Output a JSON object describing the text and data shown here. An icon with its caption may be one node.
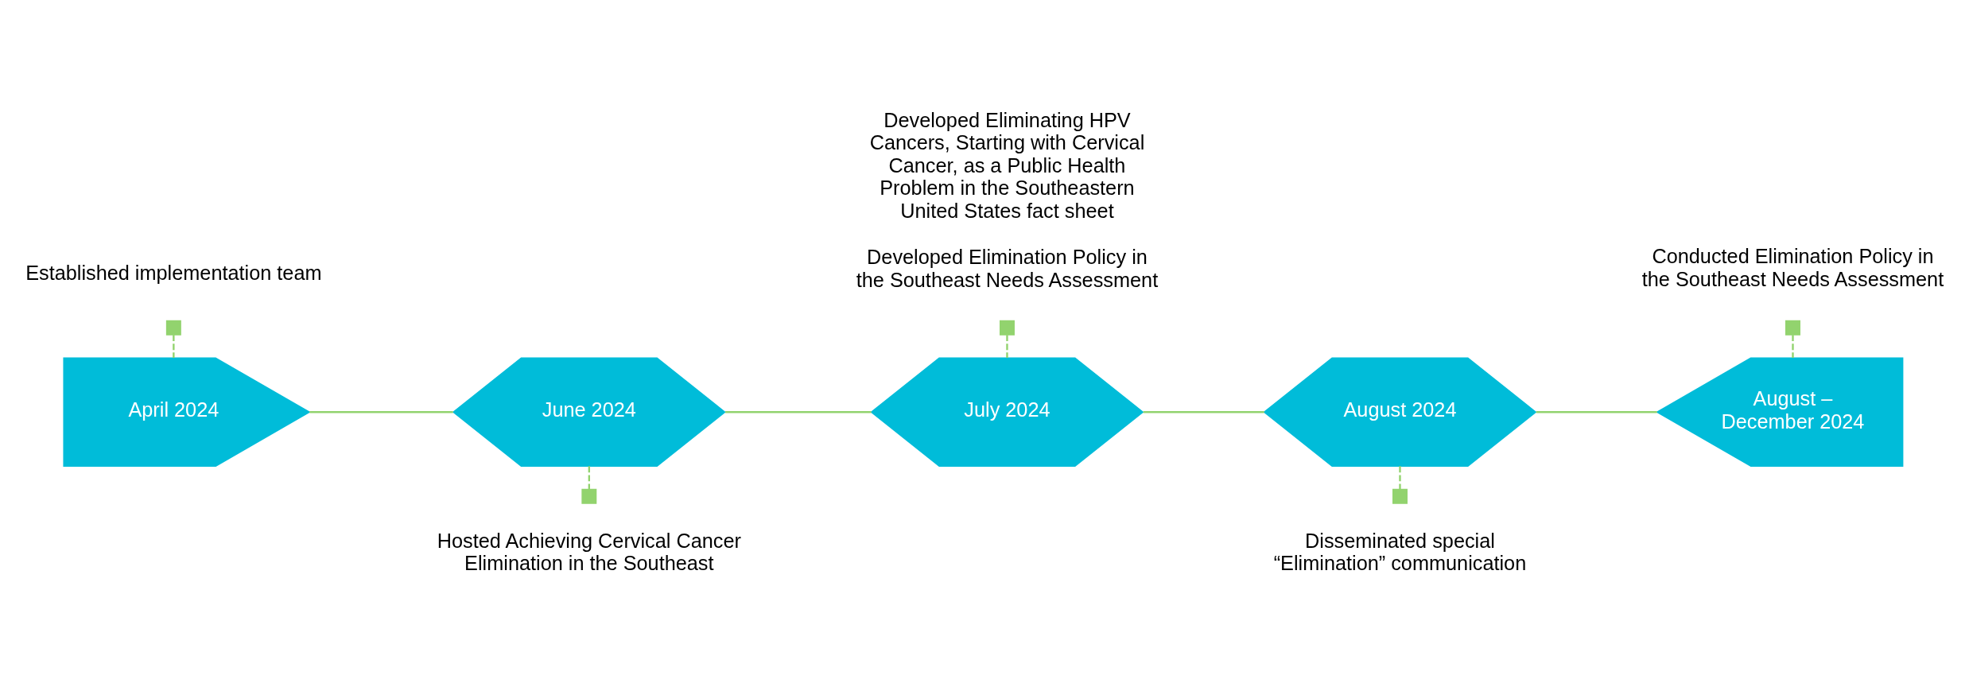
{
  "diagram": {
    "nodes": [
      {
        "text": [
          "April 2024"
        ]
      },
      {
        "text": [],
        "shape": "box",
        "beside": [
          "Established implementation team"
        ]
      },
      {
        "text": [
          "June 2024"
        ]
      },
      {
        "text": [],
        "shape": "box",
        "beside": [
          "Hosted Achieving Cervical Cancer Elimination in the Southeast"
        ]
      },
      {
        "text": [
          "July 2024"
        ]
      },
      {
        "text": [],
        "shape": "box",
        "beside": [
          "Developed Eliminating HPV Cancers, Starting with Cervical Cancer, as a Public Health Problem in the Southeastern United States fact sheet",
          "Developed Elimination Policy in the Southeast Needs Assessment"
        ]
      },
      {
        "text": [
          "August 2024"
        ]
      },
      {
        "text": [],
        "shape": "box",
        "beside": [
          "Disseminated special “Elimination” communication"
        ]
      },
      {
        "text": [
          "August – December 2024"
        ]
      },
      {
        "text": [],
        "shape": "box",
        "beside": [
          "Conducted Elimination Policy in the Southeast Needs Assessment"
        ]
      }
    ],
    "edges": [
      {
        "from": 0,
        "to": 2,
        "arrow": "none"
      },
      {
        "from": 2,
        "to": 4,
        "arrow": "none"
      },
      {
        "from": 4,
        "to": 6,
        "arrow": "none"
      },
      {
        "from": 6,
        "to": 8,
        "arrow": "none"
      },
      {
        "from": 1,
        "to": 0,
        "arrow": "none",
        "style": "dashed"
      },
      {
        "from": 3,
        "to": 2,
        "arrow": "none",
        "style": "dashed"
      },
      {
        "from": 5,
        "to": 4,
        "arrow": "none",
        "style": "dashed"
      },
      {
        "from": 7,
        "to": 6,
        "arrow": "none",
        "style": "dashed"
      },
      {
        "from": 9,
        "to": 8,
        "arrow": "none",
        "style": "dashed"
      }
    ]
  }
}
